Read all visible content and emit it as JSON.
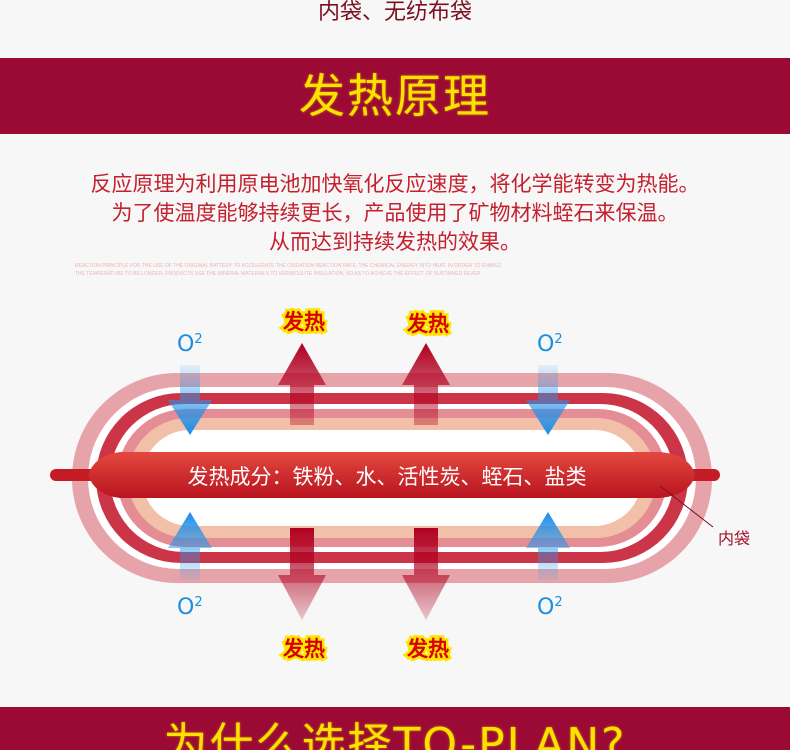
{
  "top_text": "内袋、无纺布袋",
  "section_title": "发热原理",
  "description": [
    "反应原理为利用原电池加快氧化反应速度，将化学能转变为热能。",
    "为了使温度能够持续更长，产品使用了矿物材料蛭石来保温。",
    "从而达到持续发热的效果。"
  ],
  "description_en": [
    "REACTION PRINCIPLE FOR THE USE OF THE ORIGINAL BATTERY TO ACCELERATE THE OXIDATION REACTION RATE, THE CHEMICAL ENERGY INTO HEAT, IN ORDER TO ENABLE",
    "THE TEMPERATURE TO BE LONGER, PRODUCTS USE THE MINERAL MATERIALS TO VERMICULITE INSULATION, SO AS TO ACHIEVE THE EFFECT OF SUSTAINED FEVER."
  ],
  "diagram": {
    "heat_label": "发热",
    "o2_label": "O",
    "o2_sup": "2",
    "ingredients": "发热成分：铁粉、水、活性炭、蛭石、盐类",
    "pouch_label": "内袋"
  },
  "bottom_title": "为什么选择TQ-PLAN?",
  "colors": {
    "banner": "#9b0a35",
    "title_yellow": "#ffe100",
    "text_red": "#c4202e",
    "o2_blue": "#1b8ee0"
  }
}
